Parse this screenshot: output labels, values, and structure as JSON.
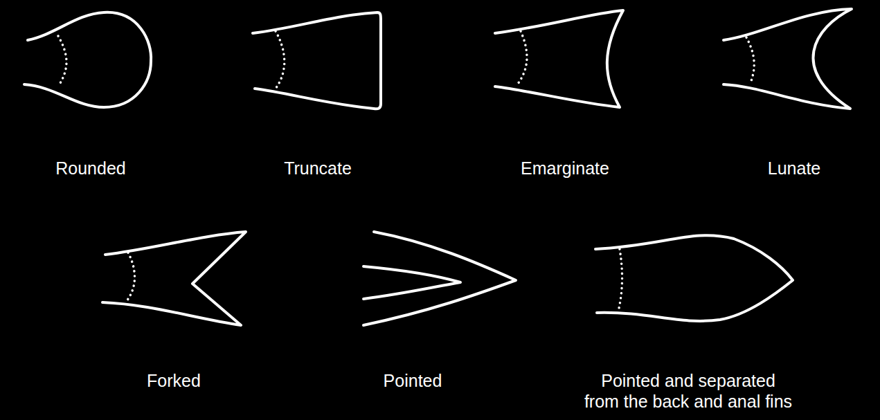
{
  "diagram": {
    "labels": [
      "Rounded",
      "Truncate",
      "Emarginate",
      "Lunate",
      "Forked",
      "Pointed",
      "Pointed and separated from the back and anal fins"
    ]
  }
}
